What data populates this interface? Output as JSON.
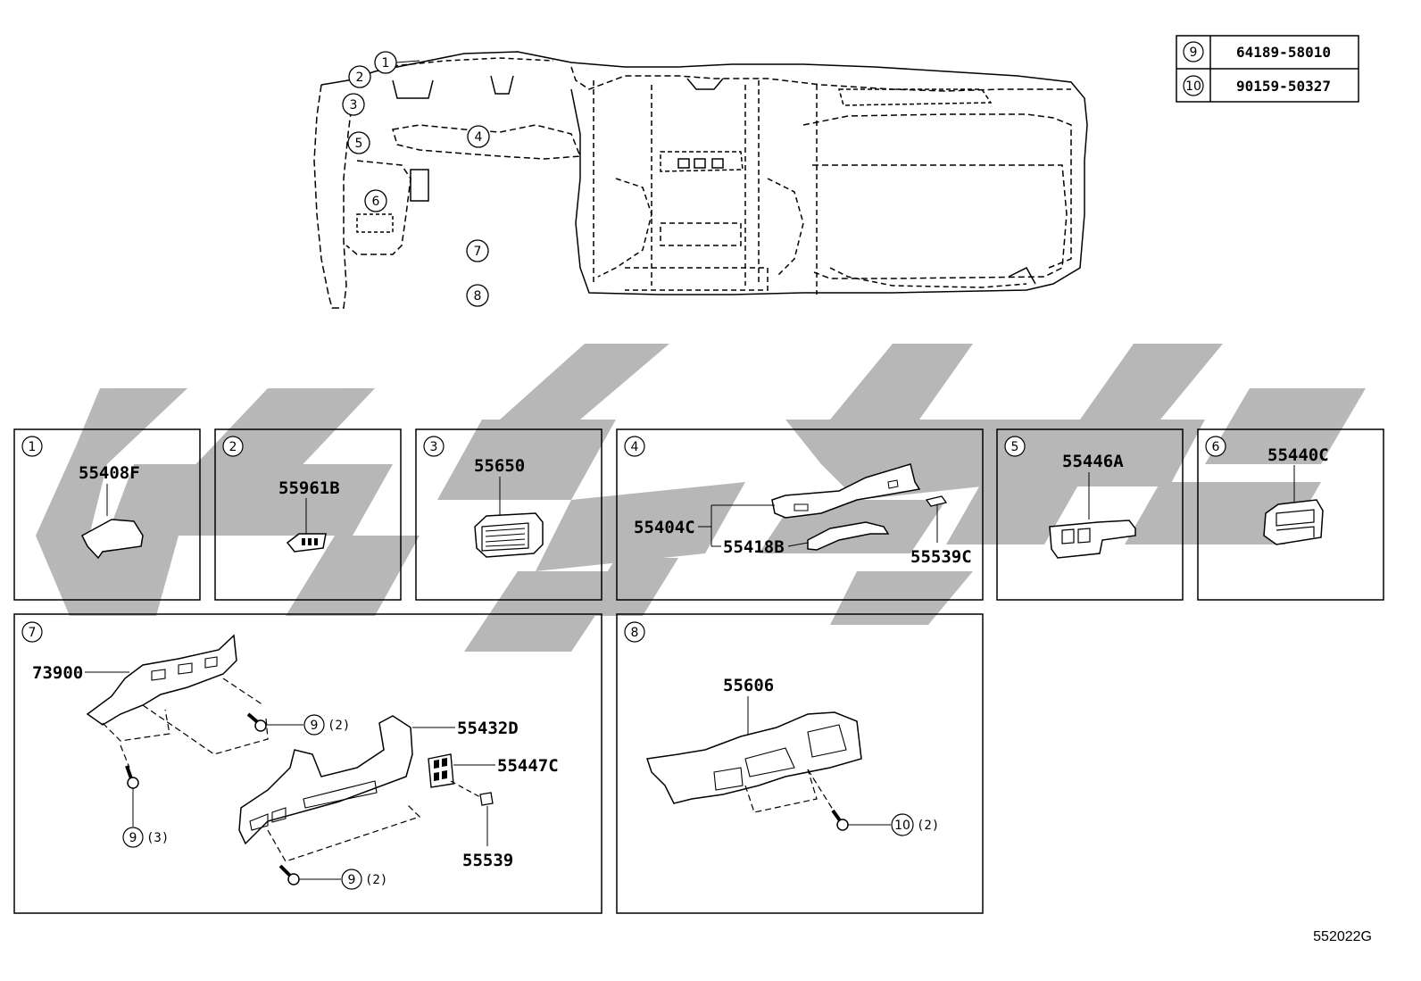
{
  "overview_callouts": [
    "1",
    "2",
    "3",
    "4",
    "5",
    "6",
    "7",
    "8"
  ],
  "fastener_table": [
    {
      "ref": "9",
      "part": "64189-58010"
    },
    {
      "ref": "10",
      "part": "90159-50327"
    }
  ],
  "panels": [
    {
      "ref": "1",
      "parts": [
        "55408F"
      ]
    },
    {
      "ref": "2",
      "parts": [
        "55961B"
      ]
    },
    {
      "ref": "3",
      "parts": [
        "55650"
      ]
    },
    {
      "ref": "4",
      "parts": [
        "55404C",
        "55418B",
        "55539C"
      ]
    },
    {
      "ref": "5",
      "parts": [
        "55446A"
      ]
    },
    {
      "ref": "6",
      "parts": [
        "55440C"
      ]
    },
    {
      "ref": "7",
      "parts": [
        "73900",
        "55432D",
        "55447C",
        "55539"
      ],
      "fasteners": [
        {
          "ref": "9",
          "qty": "(2)"
        },
        {
          "ref": "9",
          "qty": "(3)"
        },
        {
          "ref": "9",
          "qty": "(2)"
        }
      ]
    },
    {
      "ref": "8",
      "parts": [
        "55606"
      ],
      "fasteners": [
        {
          "ref": "10",
          "qty": "(2)"
        }
      ]
    }
  ],
  "diagram_code": "552022G",
  "colors": {
    "line": "#000000",
    "watermark": "#b4b4b4",
    "background": "#ffffff"
  }
}
